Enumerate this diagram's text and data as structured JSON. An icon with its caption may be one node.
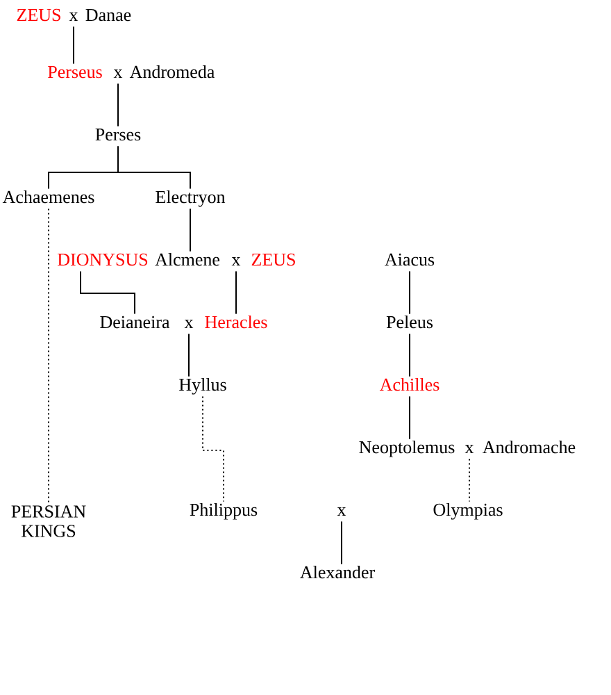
{
  "diagram": {
    "nodes": [
      {
        "text": [
          "ZEUS"
        ]
      },
      {
        "text": [
          "x"
        ]
      },
      {
        "text": [
          "Danae"
        ]
      },
      {
        "text": [
          "Perseus"
        ]
      },
      {
        "text": [
          "x"
        ]
      },
      {
        "text": [
          "Andromeda"
        ]
      },
      {
        "text": [
          "Perses"
        ]
      },
      {
        "text": [
          "Achaemenes"
        ]
      },
      {
        "text": [
          "Electryon"
        ]
      },
      {
        "text": [
          "DIONYSUS"
        ]
      },
      {
        "text": [
          "Alcmene"
        ]
      },
      {
        "text": [
          "x"
        ]
      },
      {
        "text": [
          "ZEUS"
        ]
      },
      {
        "text": [
          "Aiacus"
        ]
      },
      {
        "text": [
          "Deianeira"
        ]
      },
      {
        "text": [
          "x"
        ]
      },
      {
        "text": [
          "Heracles"
        ]
      },
      {
        "text": [
          "Peleus"
        ]
      },
      {
        "text": [
          "Hyllus"
        ]
      },
      {
        "text": [
          "Achilles"
        ]
      },
      {
        "text": [
          "Neoptolemus"
        ]
      },
      {
        "text": [
          "x"
        ]
      },
      {
        "text": [
          "Andromache"
        ]
      },
      {
        "text": [
          "PERSIAN KINGS"
        ]
      },
      {
        "text": [
          "Philippus"
        ]
      },
      {
        "text": [
          "x"
        ]
      },
      {
        "text": [
          "Olympias"
        ]
      },
      {
        "text": [
          "Alexander"
        ]
      }
    ],
    "edges": [
      {
        "from": 1,
        "to": 3,
        "arrow": "none"
      },
      {
        "from": 4,
        "to": 6,
        "arrow": "none"
      },
      {
        "from": 6,
        "to": 7,
        "arrow": "none"
      },
      {
        "from": 6,
        "to": 8,
        "arrow": "none"
      },
      {
        "from": 7,
        "to": 23,
        "arrow": "none",
        "style": "dashed"
      },
      {
        "from": 8,
        "to": 10,
        "arrow": "none"
      },
      {
        "from": 9,
        "to": 14,
        "arrow": "none"
      },
      {
        "from": 11,
        "to": 16,
        "arrow": "none"
      },
      {
        "from": 13,
        "to": 17,
        "arrow": "none"
      },
      {
        "from": 15,
        "to": 18,
        "arrow": "none"
      },
      {
        "from": 17,
        "to": 19,
        "arrow": "none"
      },
      {
        "from": 18,
        "to": 24,
        "arrow": "none",
        "style": "dashed"
      },
      {
        "from": 19,
        "to": 20,
        "arrow": "none"
      },
      {
        "from": 21,
        "to": 26,
        "arrow": "none",
        "style": "dashed"
      },
      {
        "from": 25,
        "to": 27,
        "arrow": "none"
      }
    ]
  }
}
